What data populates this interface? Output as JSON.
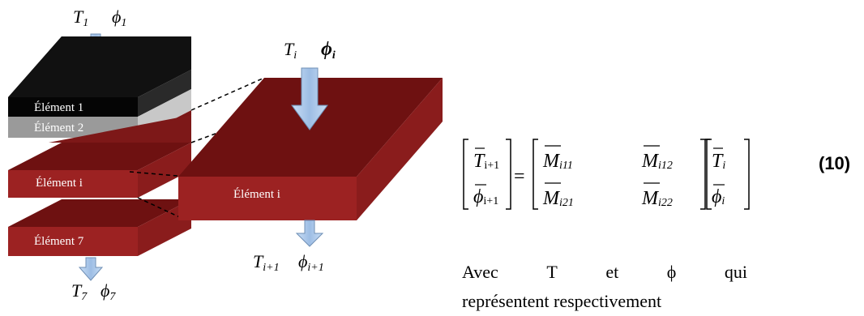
{
  "diagram": {
    "top_labels": {
      "T": "T",
      "T_sub": "1",
      "phi": "ϕ",
      "phi_sub": "1"
    },
    "bottom_labels": {
      "T": "T",
      "T_sub": "7",
      "phi": "ϕ",
      "phi_sub": "7"
    },
    "detail_top_labels": {
      "T": "T",
      "T_sub": "i",
      "phi": "ϕ",
      "phi_sub": "i"
    },
    "detail_bottom_labels": {
      "T": "T",
      "T_sub": "i+1",
      "phi": "ϕ",
      "phi_sub": "i+1"
    },
    "layers": [
      {
        "label": "Élément 1",
        "color": "#000000"
      },
      {
        "label": "Élément 2",
        "color": "#a0a0a0"
      },
      {
        "label": "Élément i",
        "color": "#8b1a1a"
      },
      {
        "label": "Élément 7",
        "color": "#8b1a1a"
      }
    ],
    "detail_label": "Élément i",
    "colors": {
      "arrow_fill": "#a9c8ee",
      "arrow_stroke": "#6f8fb5",
      "red_front": "#9c2222",
      "red_top": "#6e1111"
    }
  },
  "equation": {
    "lhs": [
      "T",
      "ϕ"
    ],
    "lhs_subs": [
      "i+1",
      "i+1"
    ],
    "equals": "=",
    "matrix": [
      [
        "M",
        "M"
      ],
      [
        "M",
        "M"
      ]
    ],
    "matrix_subs": [
      [
        "i11",
        "i12"
      ],
      [
        "i21",
        "i22"
      ]
    ],
    "rhs": [
      "T",
      "ϕ"
    ],
    "rhs_subs": [
      "i",
      "i"
    ],
    "number": "(10)"
  },
  "caption": {
    "line1_words": [
      "Avec",
      "T",
      "et",
      "ϕ",
      "qui"
    ],
    "line2": "représentent respectivement"
  }
}
